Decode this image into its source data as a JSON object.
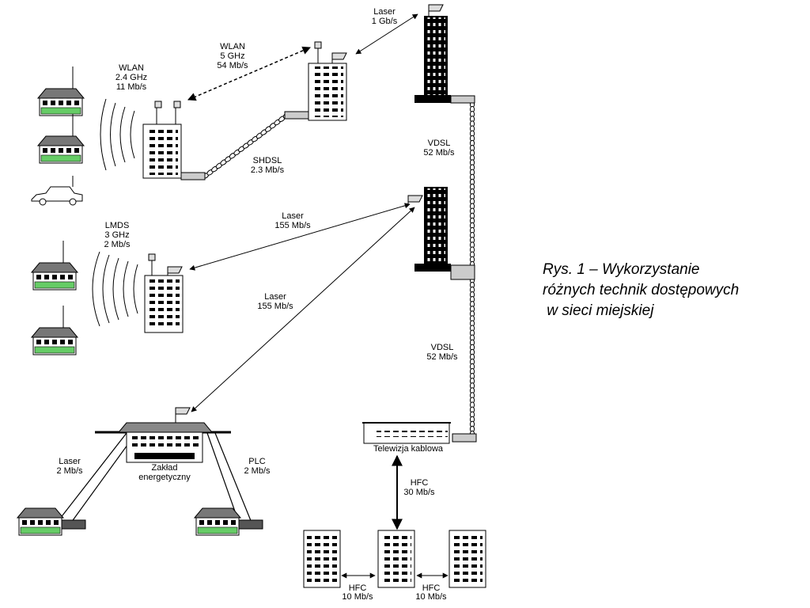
{
  "labels": {
    "laser_1gb": [
      "Laser",
      "1 Gb/s"
    ],
    "wlan_5ghz": [
      "WLAN",
      "5 GHz",
      "54 Mb/s"
    ],
    "wlan_24ghz": [
      "WLAN",
      "2.4 GHz",
      "11 Mb/s"
    ],
    "shdsl": [
      "SHDSL",
      "2.3 Mb/s"
    ],
    "vdsl_top": [
      "VDSL",
      "52 Mb/s"
    ],
    "vdsl_bottom": [
      "VDSL",
      "52 Mb/s"
    ],
    "lmds": [
      "LMDS",
      "3 GHz",
      "2 Mb/s"
    ],
    "laser_155_a": [
      "Laser",
      "155 Mb/s"
    ],
    "laser_155_b": [
      "Laser",
      "155 Mb/s"
    ],
    "laser_2mb": [
      "Laser",
      "2 Mb/s"
    ],
    "plc": [
      "PLC",
      "2 Mb/s"
    ],
    "zaklad": [
      "Zakład",
      "energetyczny"
    ],
    "telewizja": [
      "Telewizja kablowa"
    ],
    "hfc_30": [
      "HFC",
      "30 Mb/s"
    ],
    "hfc_left": [
      "HFC",
      "10 Mb/s"
    ],
    "hfc_right": [
      "HFC",
      "10 Mb/s"
    ]
  },
  "caption": {
    "line1": "Rys. 1 – Wykorzystanie",
    "line2": "różnych technik dostępowych",
    "line3": " w sieci miejskiej"
  }
}
